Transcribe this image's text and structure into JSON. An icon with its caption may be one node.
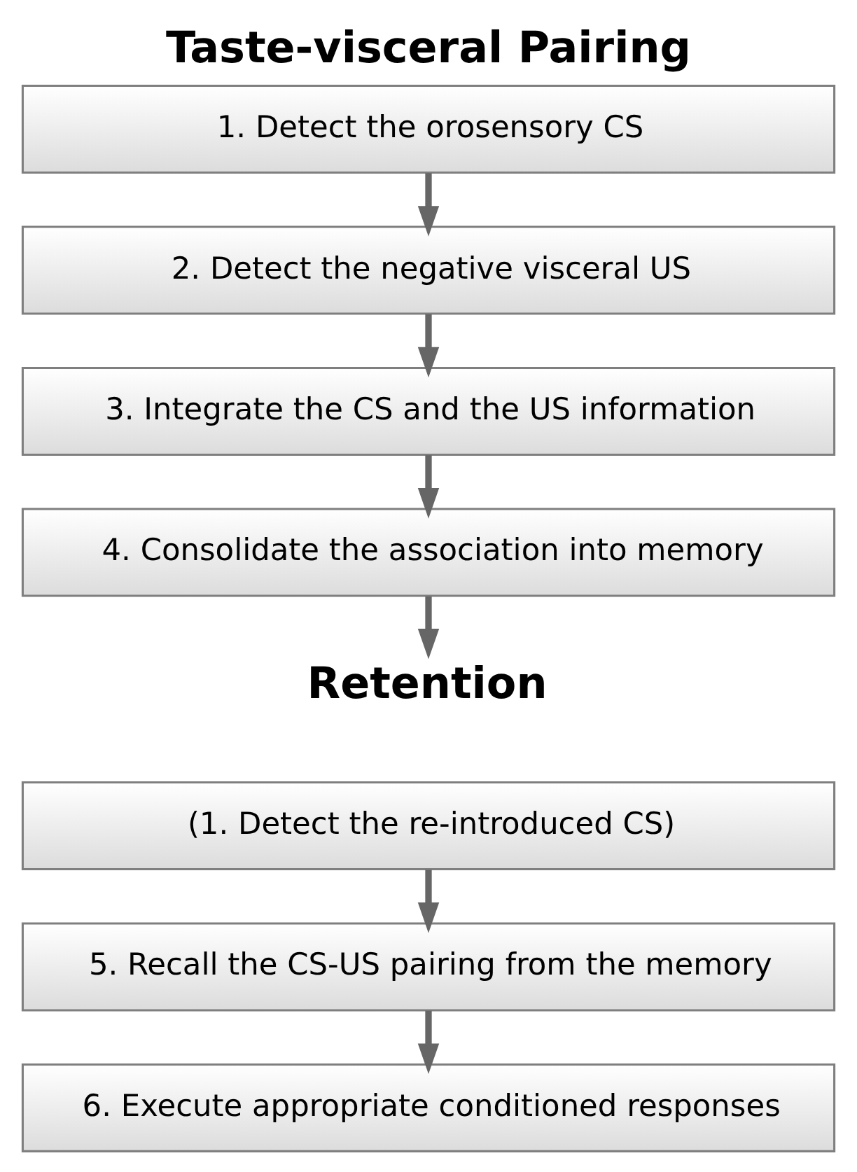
{
  "diagram": {
    "title": "Taste-visceral Pairing",
    "nodes": [
      {
        "text": [
          "1. Detect the orosensory CS"
        ]
      },
      {
        "text": [
          "2. Detect the negative visceral US"
        ]
      },
      {
        "text": [
          "3. Integrate the CS and the US information"
        ]
      },
      {
        "text": [
          "4. Consolidate the association into memory"
        ]
      },
      {
        "text": [
          "Retention"
        ]
      },
      {
        "text": [
          "(1. Detect the re-introduced CS)"
        ]
      },
      {
        "text": [
          "5. Recall the CS-US pairing from the memory"
        ]
      },
      {
        "text": [
          "6. Execute appropriate conditioned responses"
        ]
      }
    ],
    "edges": [
      {
        "from": 0,
        "to": 1,
        "arrow": "to"
      },
      {
        "from": 1,
        "to": 2,
        "arrow": "to"
      },
      {
        "from": 2,
        "to": 3,
        "arrow": "to"
      },
      {
        "from": 3,
        "to": 4,
        "arrow": "to"
      },
      {
        "from": 5,
        "to": 6,
        "arrow": "to"
      },
      {
        "from": 6,
        "to": 7,
        "arrow": "to"
      }
    ]
  }
}
